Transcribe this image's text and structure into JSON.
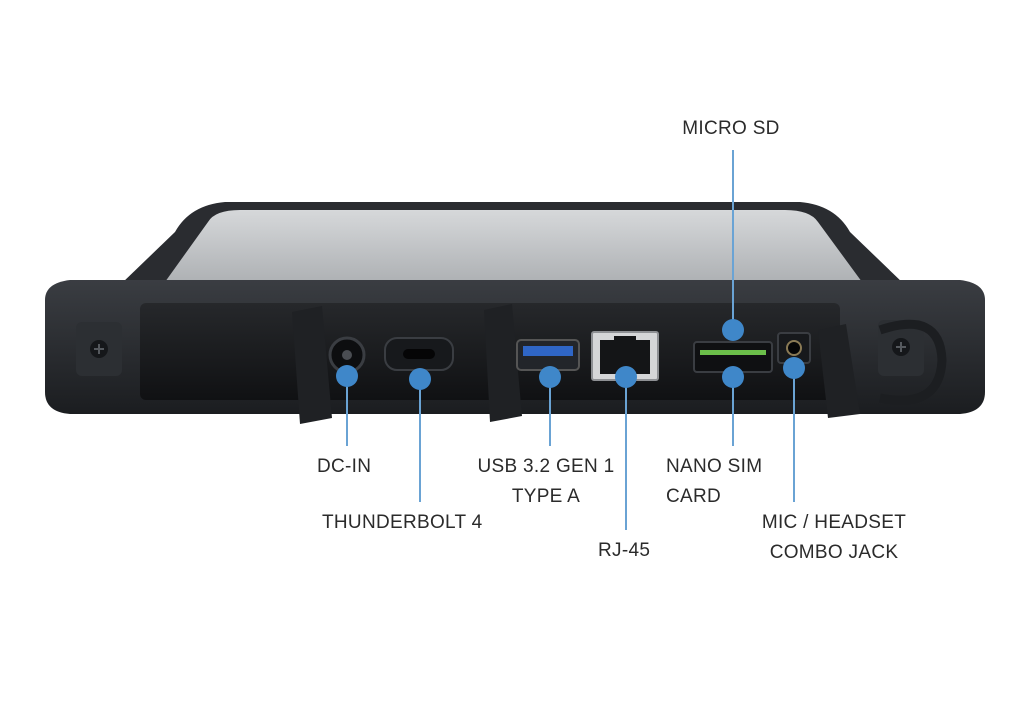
{
  "colors": {
    "accent": "#3f87c9",
    "leader": "#6aa3d4",
    "label_text": "#2b2b2b"
  },
  "callouts": [
    {
      "id": "micro-sd",
      "lines": [
        "MICRO SD"
      ]
    },
    {
      "id": "dc-in",
      "lines": [
        "DC-IN"
      ]
    },
    {
      "id": "thunderbolt-4",
      "lines": [
        "THUNDERBOLT 4"
      ]
    },
    {
      "id": "usb-3-2-gen-1",
      "lines": [
        "USB 3.2 GEN 1",
        "TYPE A"
      ]
    },
    {
      "id": "rj-45",
      "lines": [
        "RJ-45"
      ]
    },
    {
      "id": "nano-sim",
      "lines": [
        "NANO SIM",
        "CARD"
      ]
    },
    {
      "id": "mic-headset",
      "lines": [
        "MIC / HEADSET",
        "COMBO JACK"
      ]
    }
  ]
}
